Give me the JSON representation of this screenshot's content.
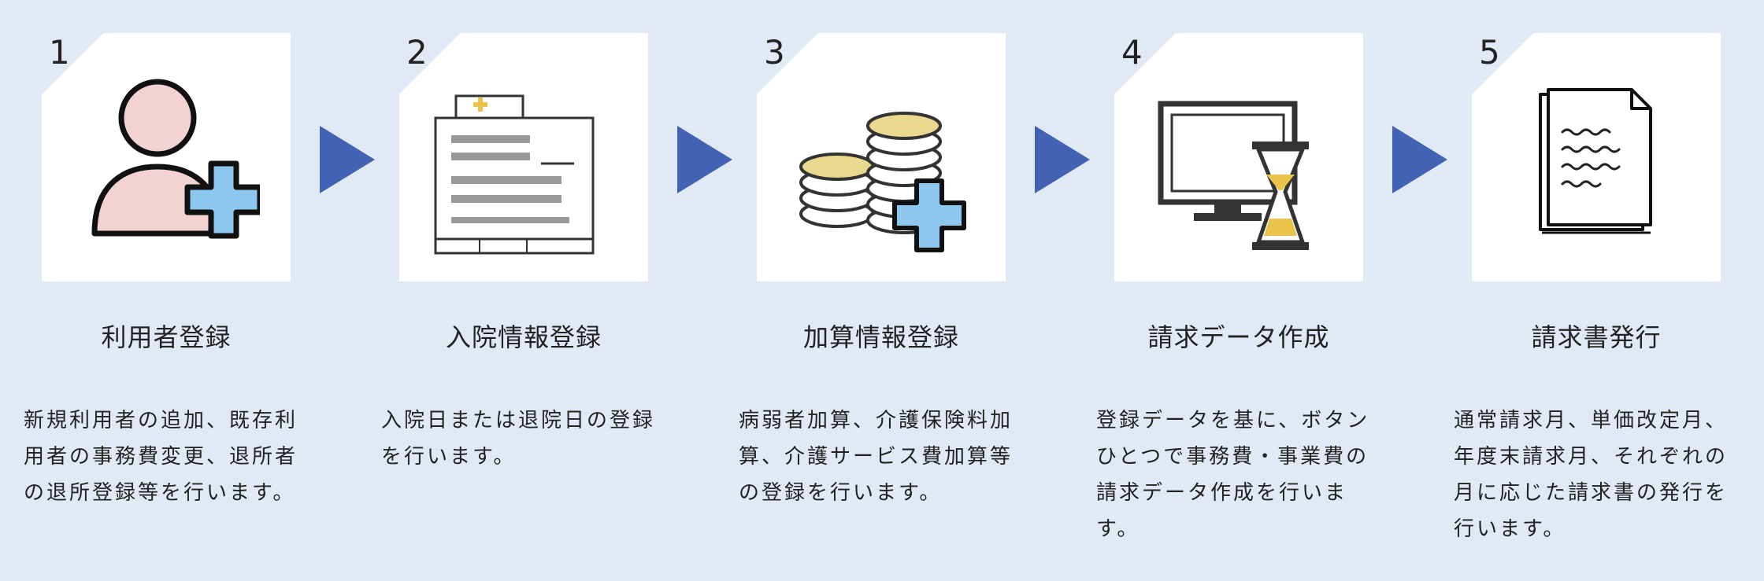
{
  "steps": [
    {
      "number": "1",
      "title": "利用者登録",
      "description": "新規利用者の追加、既存利用者の事務費変更、退所者の退所登録等を行います。"
    },
    {
      "number": "2",
      "title": "入院情報登録",
      "description": "入院日または退院日の登録を行います。"
    },
    {
      "number": "3",
      "title": "加算情報登録",
      "description": "病弱者加算、介護保険料加算、介護サービス費加算等の登録を行います。"
    },
    {
      "number": "4",
      "title": "請求データ作成",
      "description": "登録データを基に、ボタンひとつで事務費・事業費の請求データ作成を行います。"
    },
    {
      "number": "5",
      "title": "請求書発行",
      "description": "通常請求月、単価改定月、年度末請求月、それぞれの月に応じた請求書の発行を行います。"
    }
  ],
  "icons": [
    "user-add-icon",
    "hospital-form-icon",
    "coins-add-icon",
    "monitor-hourglass-icon",
    "document-icon"
  ],
  "colors": {
    "background": "#e1e9f4",
    "arrow": "#4263b4",
    "plus": "#8dc7ee",
    "coin": "#e9d98e",
    "person": "#f3d2d2"
  }
}
